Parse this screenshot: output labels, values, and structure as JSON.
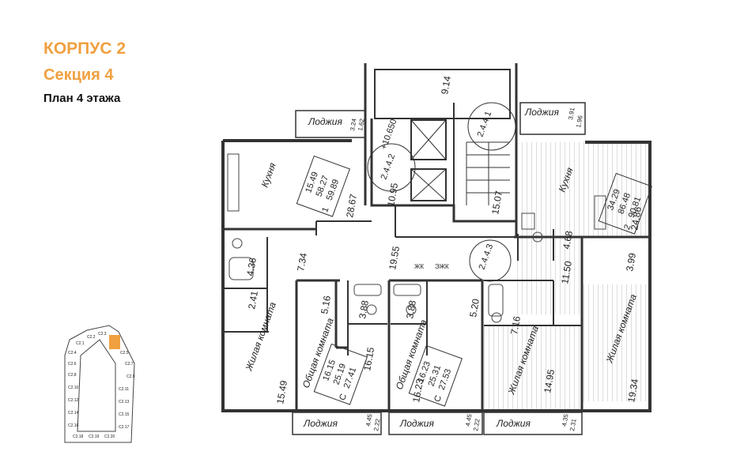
{
  "header": {
    "building": "КОРПУС 2",
    "section": "Секция 4",
    "floor_plan": "План 4 этажа",
    "accent_color": "#f0a040"
  },
  "stair_marks": [
    "+10.650",
    "2.4.4.1",
    "2.4.4.2",
    "2.4.4.3"
  ],
  "corridor": {
    "area": "19.55"
  },
  "loggias": [
    {
      "label": "Лоджия",
      "a": "3.24",
      "b": "1.62"
    },
    {
      "label": "Лоджия",
      "a": "3.91",
      "b": "1.96"
    },
    {
      "label": "Лоджия",
      "a": "4.45",
      "b": "2.22"
    },
    {
      "label": "Лоджия",
      "a": "4.45",
      "b": "2.22"
    },
    {
      "label": "Лоджия",
      "a": "4.35",
      "b": "2.31"
    }
  ],
  "rooms": {
    "kitchen_left": "Кухня",
    "kitchen_right": "Кухня",
    "living_1": "Жилая комната",
    "living_2": "Общая комната",
    "living_3": "Общая комната",
    "living_4": "Жилая комната",
    "living_5": "Жилая комната"
  },
  "apartments": [
    {
      "rooms": "1",
      "l1": "15.49",
      "l2": "58.27",
      "l3": "59.89"
    },
    {
      "rooms": "2",
      "l1": "34.29",
      "l2": "86.48",
      "l3": "90.81"
    },
    {
      "rooms": "С",
      "l1": "16.15",
      "l2": "25.19",
      "l3": "27.41"
    },
    {
      "rooms": "С",
      "l1": "16.23",
      "l2": "25.31",
      "l3": "27.53"
    }
  ],
  "areas": {
    "a_9_14": "9.14",
    "a_28_67": "28.67",
    "a_10_95": "10.95",
    "a_15_07": "15.07",
    "a_4_68": "4.68",
    "a_24_86": "24.86",
    "a_4_36": "4.36",
    "a_7_34": "7.34",
    "a_11_50": "11.50",
    "a_3_99": "3.99",
    "a_2_41": "2.41",
    "a_5_16": "5.16",
    "a_3_88a": "3.88",
    "a_3_88b": "3.88",
    "a_5_20": "5.20",
    "a_7_16": "7.16",
    "a_16_15": "16.15",
    "a_15_49": "15.49",
    "a_16_23": "16.23",
    "a_14_95": "14.95",
    "a_19_34": "19.34"
  },
  "shafts": [
    "ЖК",
    "ЭЖК"
  ],
  "minimap": {
    "sections": [
      "С2.1",
      "С2.2",
      "С2.3",
      "С2.4",
      "С2.5",
      "С2.6",
      "С2.7",
      "С2.8",
      "С2.9",
      "С2.10",
      "С2.11",
      "С2.12",
      "С2.13",
      "С2.14",
      "С2.15",
      "С2.16",
      "С2.17",
      "С2.18",
      "С2.19",
      "С2.20"
    ],
    "highlight_color": "#f0a040"
  }
}
